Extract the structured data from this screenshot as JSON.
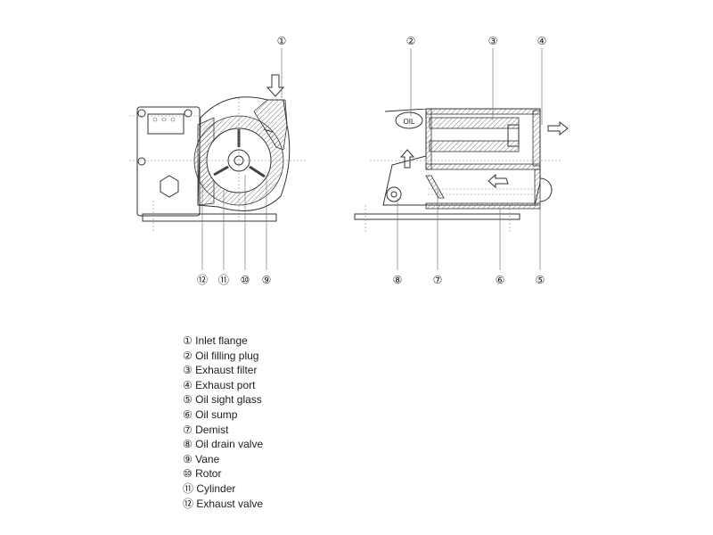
{
  "callouts": {
    "c1": "①",
    "c2": "②",
    "c3": "③",
    "c4": "④",
    "c5": "⑤",
    "c6": "⑥",
    "c7": "⑦",
    "c8": "⑧",
    "c9": "⑨",
    "c10": "⑩",
    "c11": "⑪",
    "c12": "⑫"
  },
  "oil_plug_text": "OIL",
  "legend": [
    {
      "num": "①",
      "label": "Inlet flange"
    },
    {
      "num": "②",
      "label": "Oil filling plug"
    },
    {
      "num": "③",
      "label": "Exhaust filter"
    },
    {
      "num": "④",
      "label": "Exhaust port"
    },
    {
      "num": "⑤",
      "label": "Oil sight glass"
    },
    {
      "num": "⑥",
      "label": "Oil sump"
    },
    {
      "num": "⑦",
      "label": "Demist"
    },
    {
      "num": "⑧",
      "label": "Oil drain valve"
    },
    {
      "num": "⑨",
      "label": "Vane"
    },
    {
      "num": "⑩",
      "label": "Rotor"
    },
    {
      "num": "⑪",
      "label": "Cylinder"
    },
    {
      "num": "⑫",
      "label": "Exhaust valve"
    }
  ]
}
